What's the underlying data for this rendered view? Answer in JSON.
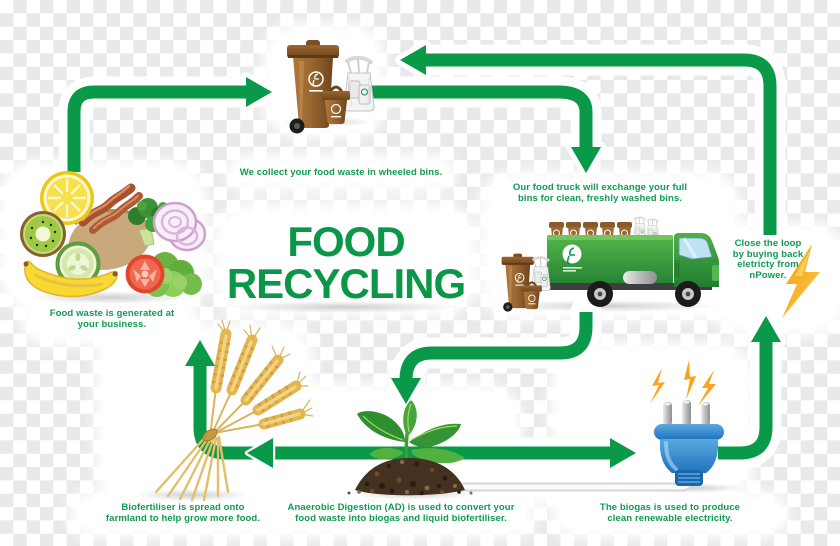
{
  "title": "FOOD\nRECYCLING",
  "captions": {
    "collect": "We collect your food waste in wheeled bins.",
    "truck": "Our food truck will exchange your full\nbins for clean, freshly washed bins.",
    "close_loop": "Close the loop\nby buying back\neletricty from\nnPower.",
    "business": "Food waste is generated at\nyour business.",
    "biofertiliser": "Biofertiliser is spread onto\nfarmland to help grow more food.",
    "anaerobic": "Anaerobic Digestion (AD) is used to convert your\nfood waste into biogas and liquid biofertiliser.",
    "biogas": "The biogas is used to produce\nclean renewable electricity."
  },
  "colors": {
    "arrow_green": "#0a9849",
    "text_green": "#0f9b51",
    "title_green": "#0b9648",
    "checker_gray": "#e8e9ea",
    "bin_brown": "#9a6631",
    "truck_green": "#3fae49",
    "plug_blue": "#2f84c8",
    "wheat_gold": "#e3b54f",
    "spark_orange": "#f7a41f"
  },
  "illustrations": {
    "food_waste": "pile of food waste (lemon, kiwi, bacon, broccoli, onion, cucumber, banana, tomato, lettuce)",
    "wheeled_bins": "brown wheeled food-waste bins with liner bag",
    "food_truck": "green food recycling truck loaded with brown bins",
    "wheat": "bundle of wheat",
    "plant": "seedling growing in soil",
    "plug": "blue electric plug with sparks",
    "lightning": "orange lightning bolt"
  }
}
